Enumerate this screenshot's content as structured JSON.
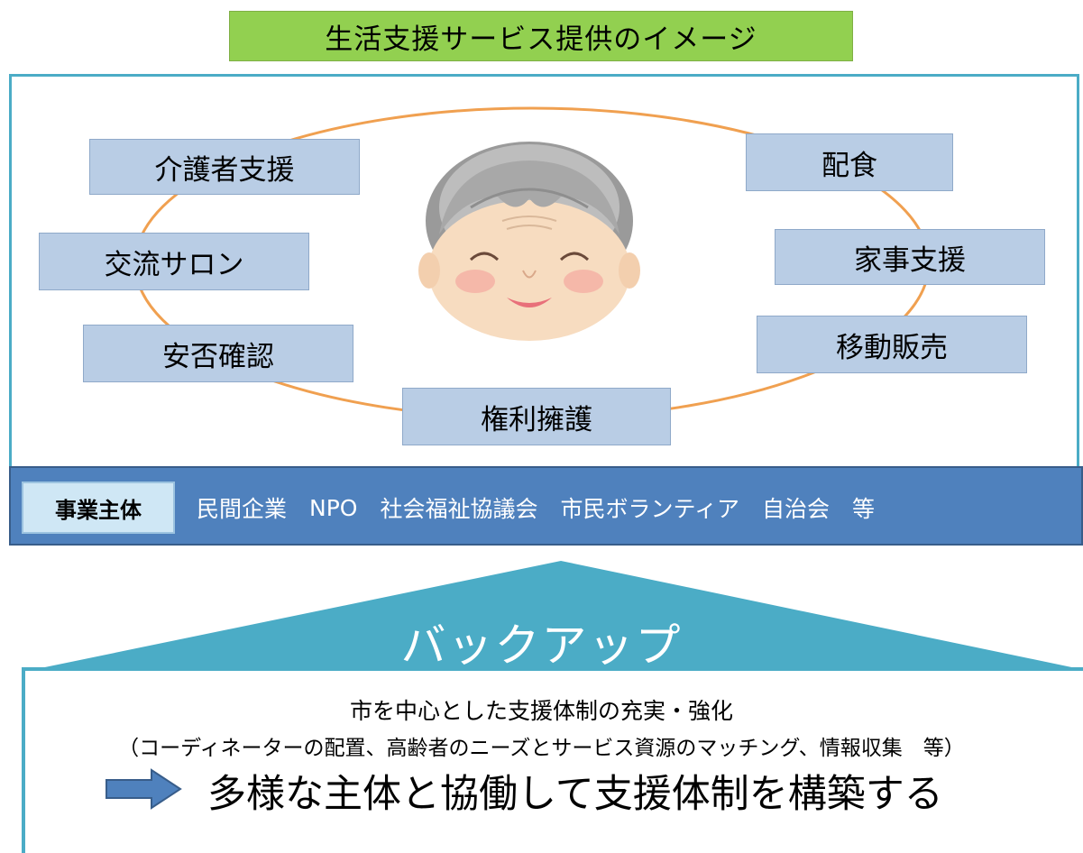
{
  "title": "生活支援サービス提供のイメージ",
  "services": {
    "kaigosha_shien": "介護者支援",
    "haishoku": "配食",
    "koryu_salon": "交流サロン",
    "kaji_shien": "家事支援",
    "anpi_kakunin": "安否確認",
    "ido_hanbai": "移動販売",
    "kenri_yogo": "権利擁護"
  },
  "entities": {
    "label": "事業主体",
    "items": [
      "民間企業",
      "NPO",
      "社会福祉協議会",
      "市民ボランティア",
      "自治会",
      "等"
    ]
  },
  "backup": {
    "label": "バックアップ",
    "heading": "市を中心とした支援体制の充実・強化",
    "detail": "（コーディネーターの配置、高齢者のニーズとサービス資源のマッチング、情報収集　等）",
    "conclusion": "多様な主体と協働して支援体制を構築する"
  },
  "colors": {
    "title_bg": "#92d050",
    "service_box": "#b9cde5",
    "ring": "#f0a050",
    "bar": "#4f81bd",
    "backup_roof": "#4bacc6",
    "arrow": "#4f81bd"
  }
}
